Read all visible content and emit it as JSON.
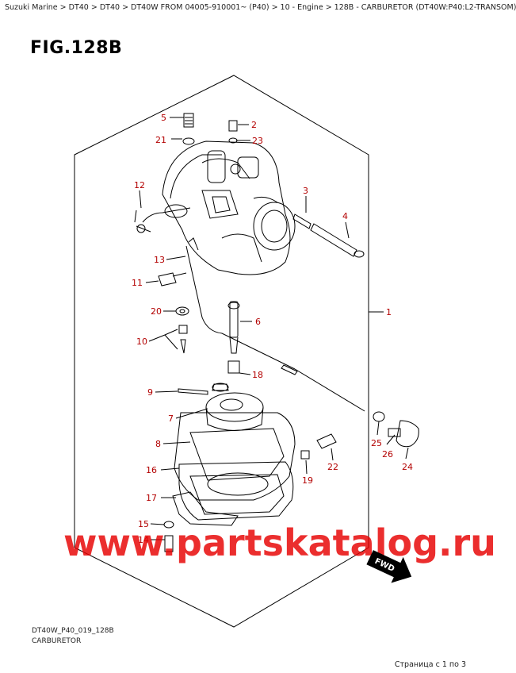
{
  "breadcrumb": "Suzuki Marine > DT40 > DT40 > DT40W FROM 04005-910001~ (P40) > 10 - Engine > 128B - CARBURETOR (DT40W:P40:L2-TRANSOM)",
  "figure_title": "FIG.128B",
  "diagram_code": "DT40W_P40_019_128B",
  "diagram_name": "CARBURETOR",
  "page_info": "Страница с 1 по 3",
  "watermark": "www.partskatalog.ru",
  "fwd_label": "FWD",
  "callouts": [
    "1",
    "2",
    "3",
    "4",
    "5",
    "6",
    "7",
    "8",
    "9",
    "10",
    "11",
    "12",
    "13",
    "14",
    "15",
    "16",
    "17",
    "18",
    "19",
    "20",
    "21",
    "22",
    "23",
    "24",
    "25",
    "26"
  ],
  "colors": {
    "callout": "#b30000",
    "watermark": "#e60000",
    "line": "#000000"
  }
}
